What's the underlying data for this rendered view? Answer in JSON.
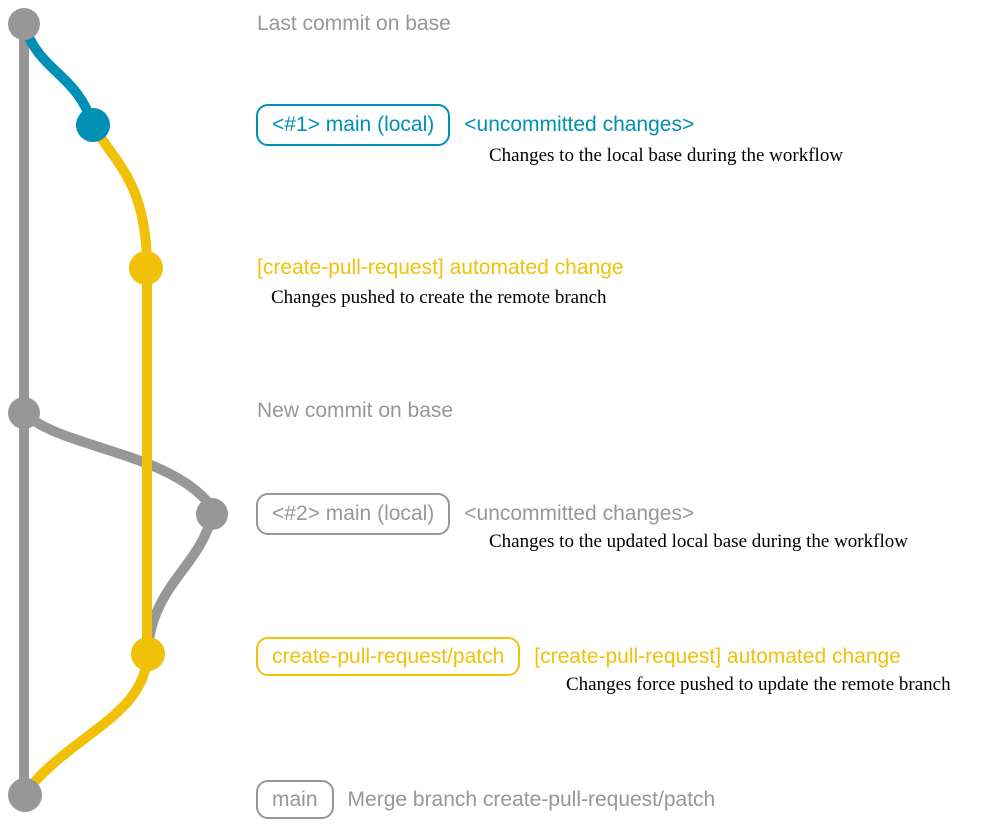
{
  "colors": {
    "gray": "#979797",
    "blue": "#008fb5",
    "yellow": "#f1c109",
    "text_black": "#000000",
    "background": "#ffffff"
  },
  "annotations": {
    "last_commit": {
      "label": "Last commit on base"
    },
    "uncommitted_1": {
      "badge": "<#1> main (local)",
      "title": "<uncommitted changes>",
      "description": "Changes to the local base during the workflow"
    },
    "automated_1": {
      "title": "[create-pull-request] automated change",
      "description": "Changes pushed to create the remote branch"
    },
    "new_commit": {
      "label": "New commit on base"
    },
    "uncommitted_2": {
      "badge": "<#2> main (local)",
      "title": "<uncommitted changes>",
      "description": "Changes to the updated local base during the workflow"
    },
    "automated_2": {
      "badge": "create-pull-request/patch",
      "title": "[create-pull-request] automated change",
      "description": "Changes force pushed to update the remote branch"
    },
    "merge": {
      "badge": "main",
      "label": "Merge branch create-pull-request/patch"
    }
  }
}
